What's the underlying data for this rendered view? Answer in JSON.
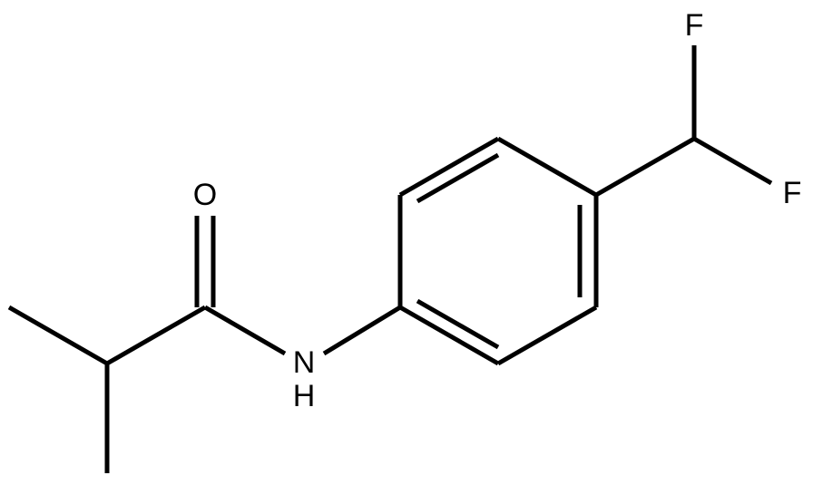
{
  "atoms": {
    "oxygen": "O",
    "nitrogen": "N",
    "hydrogen": "H",
    "fluorine_top": "F",
    "fluorine_right": "F"
  },
  "colors": {
    "bond": "#000000",
    "background": "#ffffff"
  }
}
